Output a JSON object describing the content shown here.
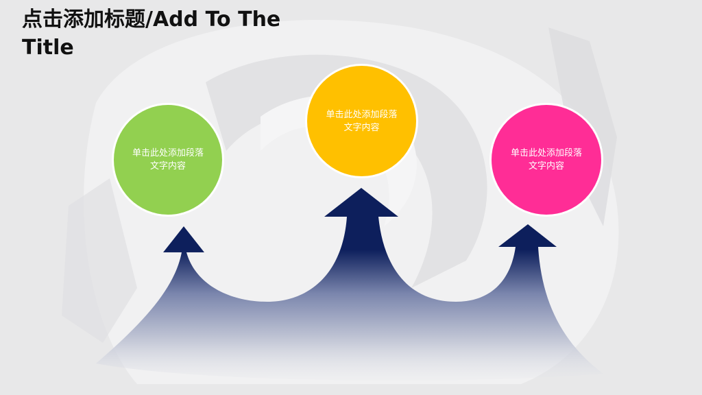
{
  "slide": {
    "title": "点击添加标题/Add To The Title"
  },
  "nodes": [
    {
      "id": "green",
      "text": "单击此处添加段落文字内容",
      "color": "#92d050"
    },
    {
      "id": "yellow",
      "text": "单击此处添加段落文字内容",
      "color": "#ffc000"
    },
    {
      "id": "pink",
      "text": "单击此处添加段落文字内容",
      "color": "#ff2d96"
    }
  ],
  "arrow_color": "#0d1f5c"
}
